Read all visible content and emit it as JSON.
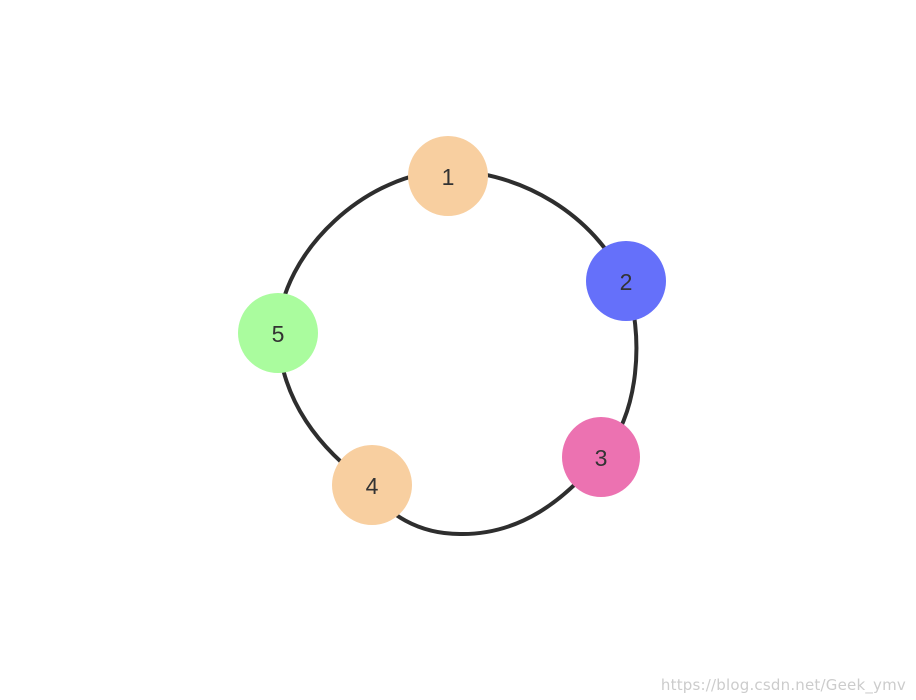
{
  "ring": {
    "stroke_color": "#2e2e2e"
  },
  "nodes": [
    {
      "id": "1",
      "label": "1",
      "color": "#f8cfa0"
    },
    {
      "id": "2",
      "label": "2",
      "color": "#6570fa"
    },
    {
      "id": "3",
      "label": "3",
      "color": "#ec72b1"
    },
    {
      "id": "4",
      "label": "4",
      "color": "#f8cfa0"
    },
    {
      "id": "5",
      "label": "5",
      "color": "#aafc9e"
    }
  ],
  "watermark": {
    "text": "https://blog.csdn.net/Geek_ymv"
  }
}
